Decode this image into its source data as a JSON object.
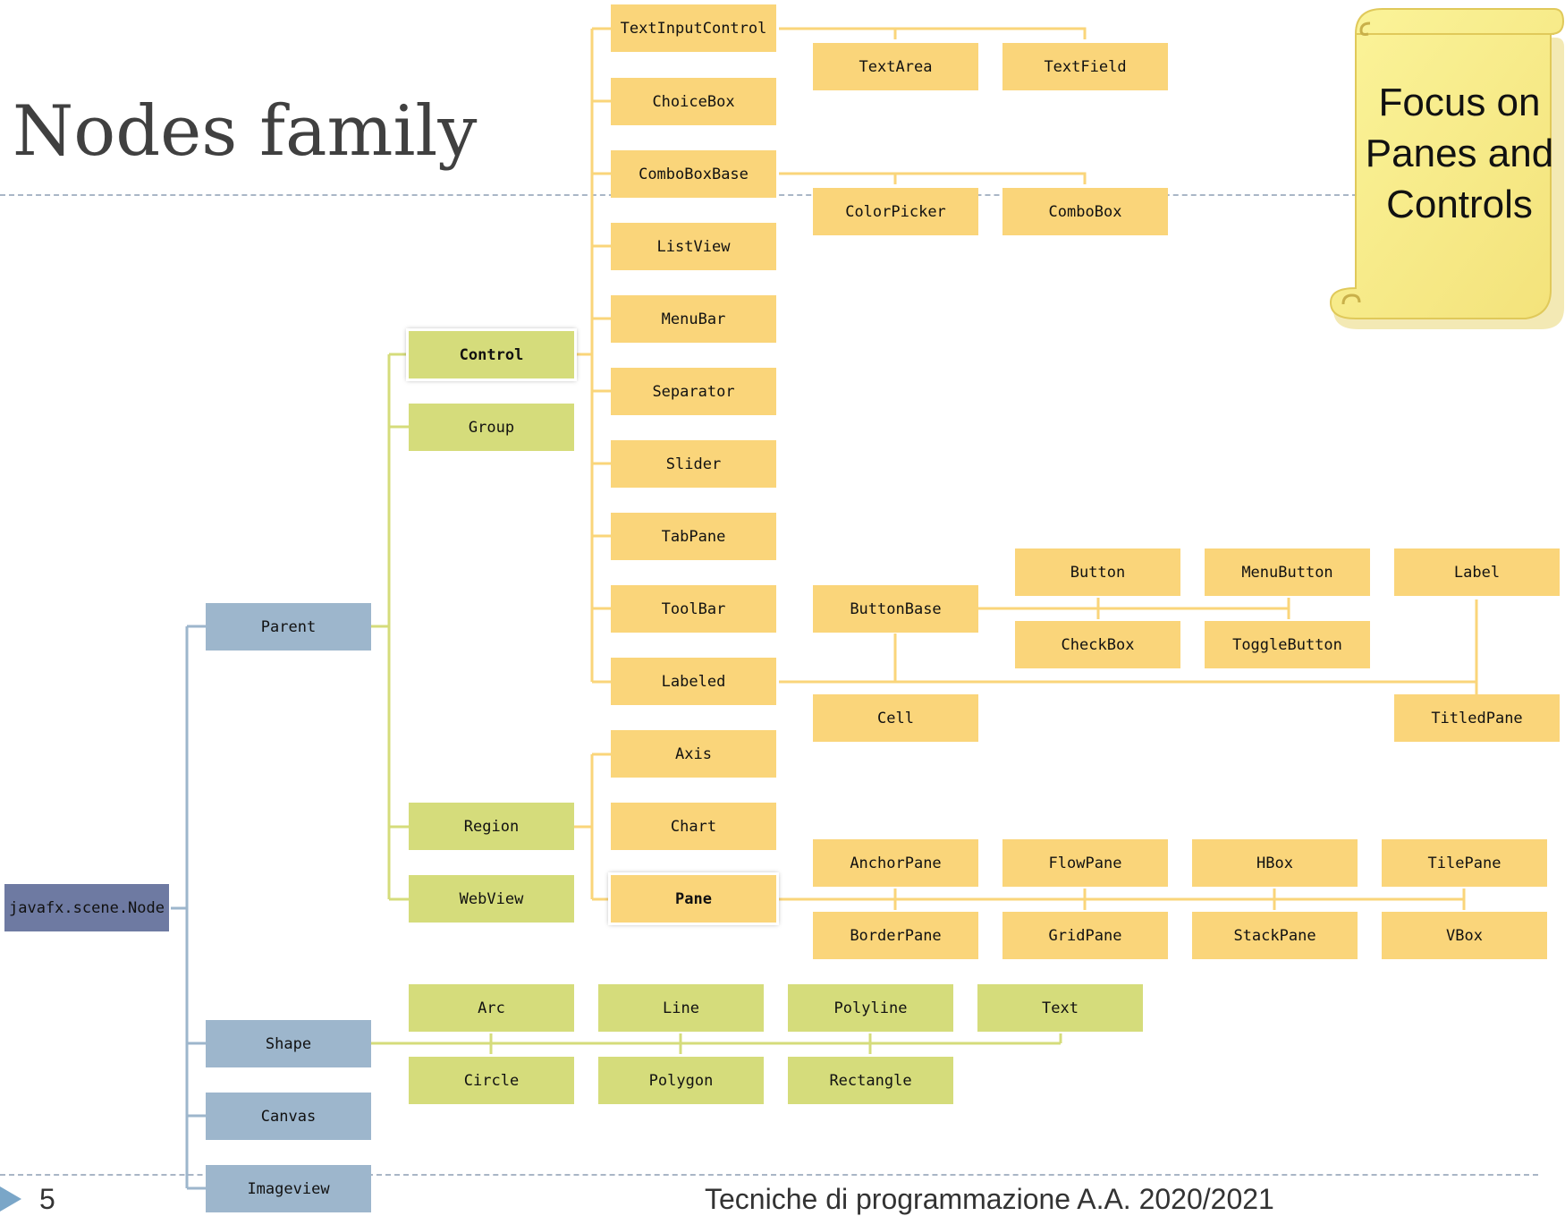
{
  "slide": {
    "title": "Nodes family",
    "page_number": "5",
    "footer": "Tecniche di programmazione    A.A. 2020/2021",
    "callout": "Focus on Panes and Controls"
  },
  "colors": {
    "control_branch": "#fad57a",
    "parent_branch": "#d5dc7b",
    "node_level": "#9db6cc",
    "root": "#6e7aa2",
    "scroll": "#fbf49a"
  },
  "nodes": {
    "root": "javafx.scene.Node",
    "parent": "Parent",
    "shape": "Shape",
    "canvas": "Canvas",
    "imageview": "Imageview",
    "control": "Control",
    "group": "Group",
    "region": "Region",
    "webview": "WebView",
    "textinputcontrol": "TextInputControl",
    "choicebox": "ChoiceBox",
    "comboboxbase": "ComboBoxBase",
    "listview": "ListView",
    "menubar": "MenuBar",
    "separator": "Separator",
    "slider": "Slider",
    "tabpane": "TabPane",
    "toolbar": "ToolBar",
    "labeled": "Labeled",
    "textarea": "TextArea",
    "textfield": "TextField",
    "colorpicker": "ColorPicker",
    "combobox": "ComboBox",
    "buttonbase": "ButtonBase",
    "button": "Button",
    "menubutton": "MenuButton",
    "checkbox": "CheckBox",
    "togglebutton": "ToggleButton",
    "label": "Label",
    "titledpane": "TitledPane",
    "cell": "Cell",
    "axis": "Axis",
    "chart": "Chart",
    "pane": "Pane",
    "anchorpane": "AnchorPane",
    "flowpane": "FlowPane",
    "hbox": "HBox",
    "tilepane": "TilePane",
    "borderpane": "BorderPane",
    "gridpane": "GridPane",
    "stackpane": "StackPane",
    "vbox": "VBox",
    "arc": "Arc",
    "line": "Line",
    "polyline": "Polyline",
    "text": "Text",
    "circle": "Circle",
    "polygon": "Polygon",
    "rectangle": "Rectangle"
  }
}
